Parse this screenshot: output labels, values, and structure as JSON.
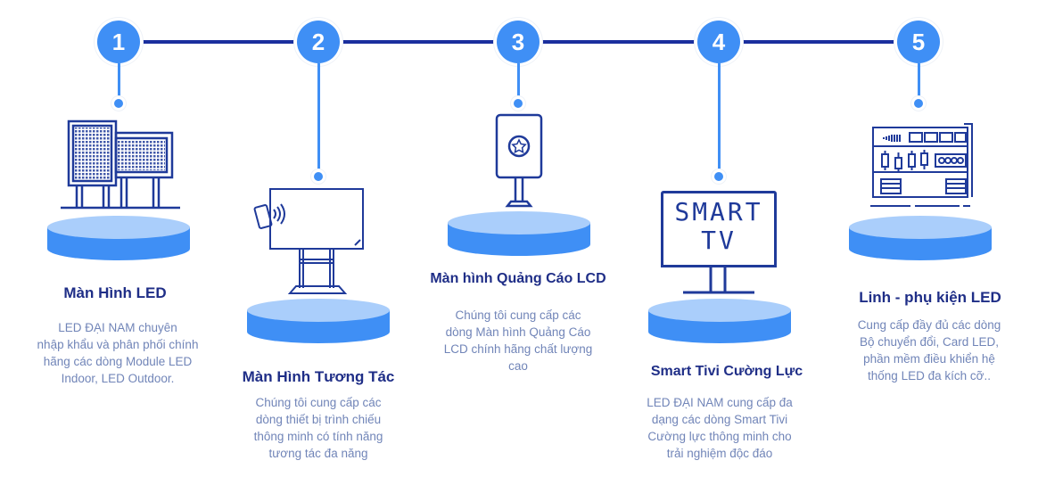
{
  "colors": {
    "line": "#1b2f9e",
    "accent": "#3f8ff5",
    "platform_top": "#aacefb",
    "title": "#1f2e87",
    "text": "#7185b8"
  },
  "steps": [
    {
      "number": "1",
      "icon": "led-billboard-icon",
      "title": "Màn Hình LED",
      "desc": [
        "LED ĐẠI NAM chuyên",
        "nhập khẩu và phân phối chính",
        "hãng các dòng Module LED",
        "Indoor, LED Outdoor."
      ]
    },
    {
      "number": "2",
      "icon": "interactive-board-icon",
      "title": "Màn Hình Tương Tác",
      "desc": [
        "Chúng tôi cung cấp các",
        "dòng thiết bị trình chiếu",
        "thông minh có tính năng",
        "tương tác đa năng"
      ]
    },
    {
      "number": "3",
      "icon": "lcd-kiosk-icon",
      "title": "Màn hình Quảng Cáo LCD",
      "desc": [
        "Chúng tôi cung cấp các",
        "dòng Màn hình Quảng Cáo",
        "LCD chính hãng chất lượng",
        "cao"
      ]
    },
    {
      "number": "4",
      "icon": "smart-tv-icon",
      "title": "Smart Tivi Cường Lực",
      "icon_text": [
        "SMART",
        "TV"
      ],
      "desc": [
        "LED ĐẠI NAM cung cấp đa",
        "dạng các dòng Smart Tivi",
        "Cường lực thông minh cho",
        "trải nghiệm độc đáo"
      ]
    },
    {
      "number": "5",
      "icon": "led-controller-icon",
      "title": "Linh - phụ kiện LED",
      "desc": [
        "Cung cấp đầy đủ các dòng",
        "Bộ chuyển đổi, Card LED,",
        "phần mềm điều khiển hệ",
        "thống LED đa kích cỡ.."
      ]
    }
  ]
}
